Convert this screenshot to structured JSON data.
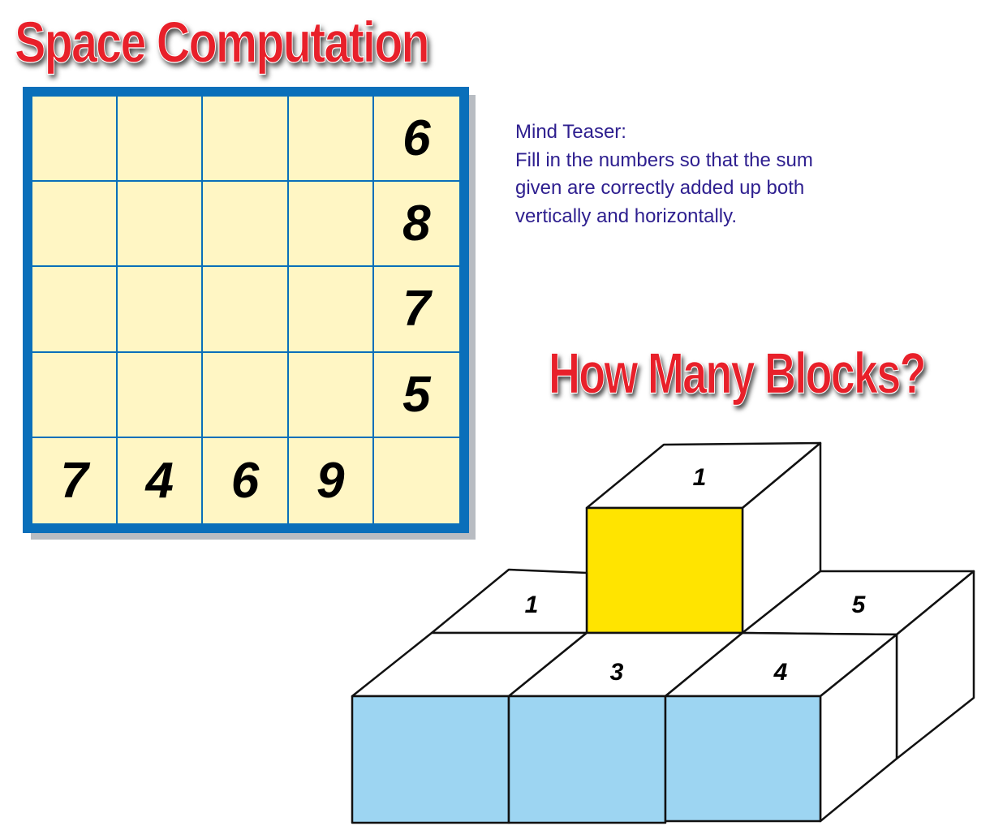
{
  "titles": {
    "space_computation": "Space Computation",
    "how_many_blocks": "How Many Blocks?"
  },
  "grid": {
    "rows": [
      [
        "",
        "",
        "",
        "",
        "6"
      ],
      [
        "",
        "",
        "",
        "",
        "8"
      ],
      [
        "",
        "",
        "",
        "",
        "7"
      ],
      [
        "",
        "",
        "",
        "",
        "5"
      ],
      [
        "7",
        "4",
        "6",
        "9",
        ""
      ]
    ]
  },
  "teaser": {
    "lines": [
      "Mind Teaser:",
      "Fill in the numbers so that the sum",
      "given are correctly added up both",
      "vertically and horizontally."
    ]
  },
  "blocks": {
    "labels": {
      "top_cube": "1",
      "back_left": "1",
      "back_right": "5",
      "front_middle": "3",
      "front_right": "4"
    },
    "colors": {
      "yellow_face": "#ffe400",
      "blue_face": "#9dd5f2"
    }
  },
  "colors": {
    "title_red": "#e8202a",
    "grid_blue": "#0a6fba",
    "cell_fill": "#fff6c4",
    "teaser_text": "#2e1f8f"
  }
}
